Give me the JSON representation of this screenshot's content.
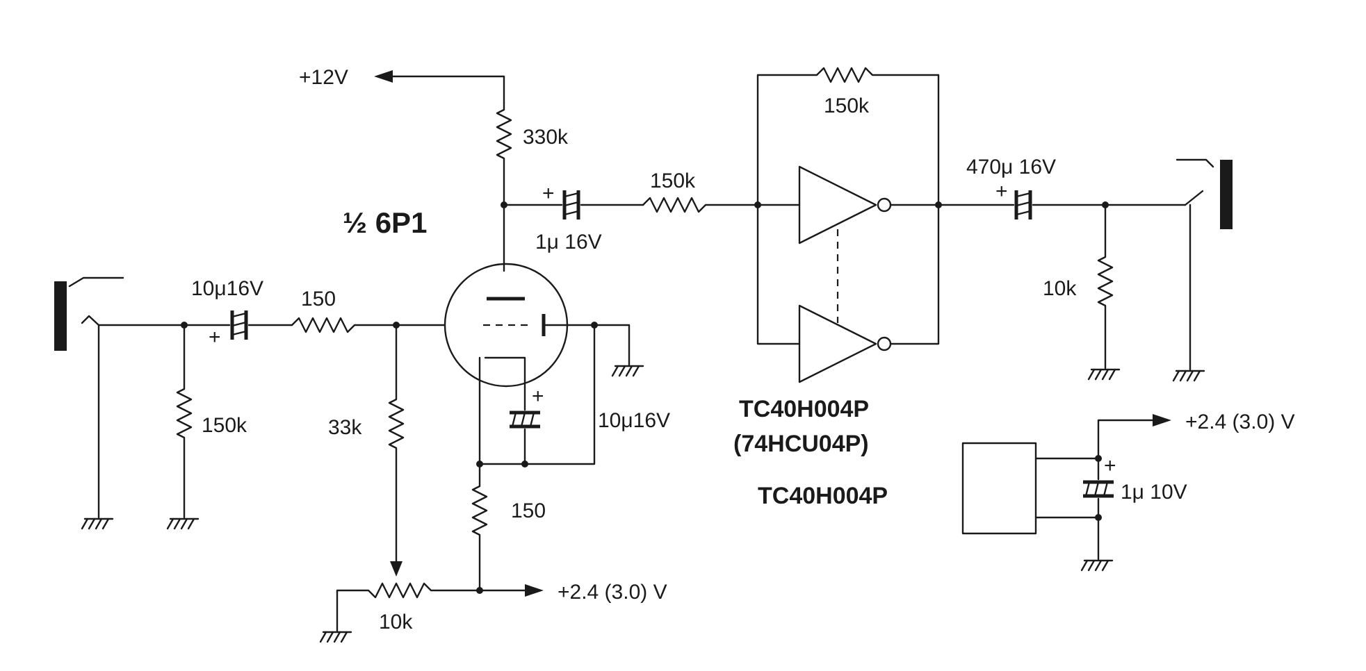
{
  "rails": {
    "plus12": "+12V",
    "heater_supply": "+2.4 (3.0) V",
    "ic_supply": "+2.4 (3.0) V"
  },
  "tube": {
    "label": "½ 6P1"
  },
  "components": {
    "r_plate": "330k",
    "c_couple_in": "1μ 16V",
    "r_series_out": "150k",
    "r_feedback": "150k",
    "c_out": "470μ 16V",
    "r_out_load": "10k",
    "c_in": "10μ16V",
    "r_in_series": "150",
    "r_in_bias": "150k",
    "r_grid": "33k",
    "c_cathode": "10μ16V",
    "r_cathode": "150",
    "pot": "10k",
    "c_ic_bypass": "1μ 10V"
  },
  "ic": {
    "part": "TC40H004P",
    "alt_part": "(74HCU04P)",
    "box_label": "TC40H004P"
  },
  "polarity": {
    "plus": "+"
  }
}
